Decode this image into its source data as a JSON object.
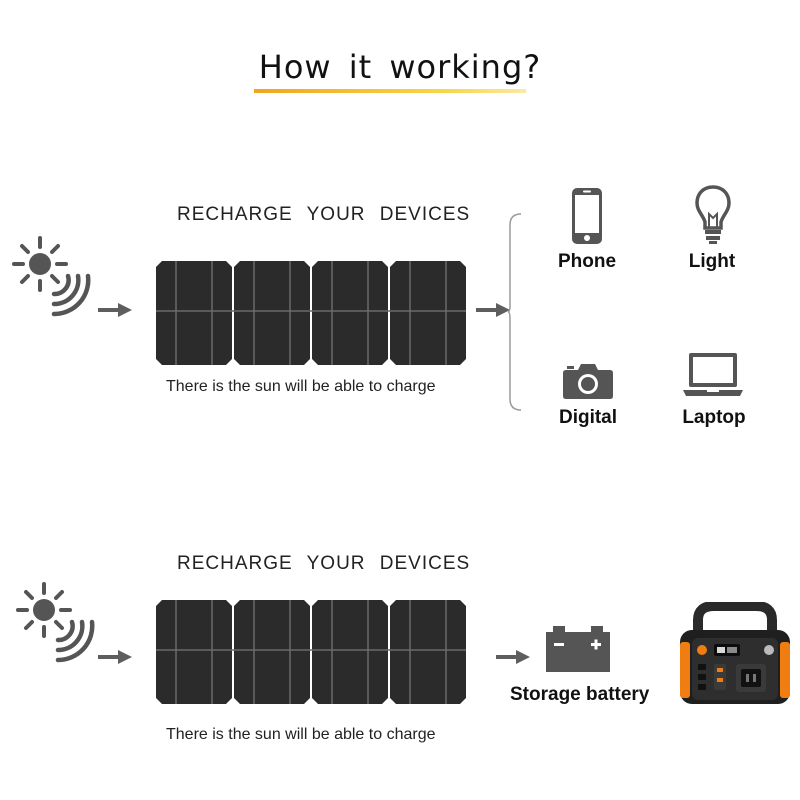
{
  "title": "How it working?",
  "sections": [
    {
      "caption": "RECHARGE YOUR DEVICES",
      "subcaption": "There is the sun will be able to charge"
    },
    {
      "caption": "RECHARGE YOUR DEVICES",
      "subcaption": "There is the sun will be able to charge"
    }
  ],
  "devices": [
    {
      "label": "Phone",
      "icon": "phone-icon"
    },
    {
      "label": "Light",
      "icon": "light-bulb-icon"
    },
    {
      "label": "Digital",
      "icon": "camera-icon"
    },
    {
      "label": "Laptop",
      "icon": "laptop-icon"
    }
  ],
  "storage": {
    "label": "Storage battery",
    "icon": "car-battery-icon"
  },
  "colors": {
    "accent": "#f2a51a",
    "panel": "#2b2b2b",
    "icon": "#555555",
    "arrow": "#5e5e5e",
    "station_orange": "#f07d12"
  }
}
